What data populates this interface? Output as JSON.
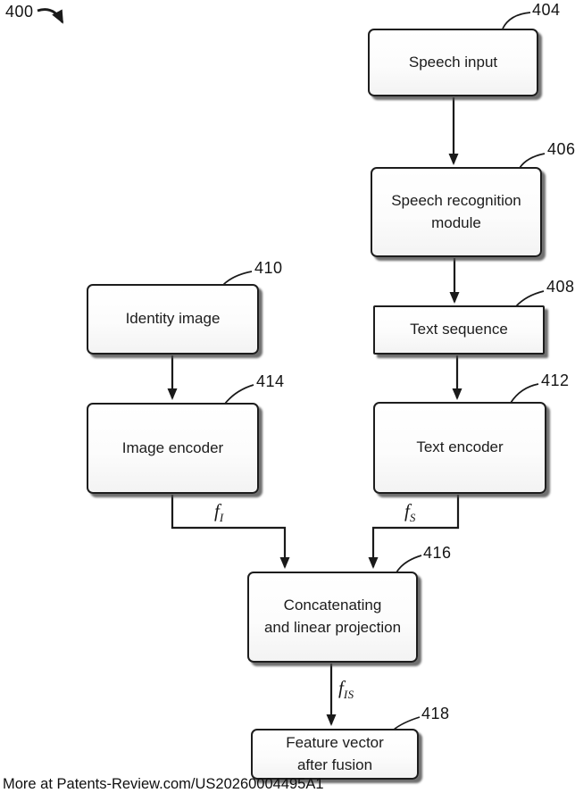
{
  "figure": {
    "ref": "400",
    "watermark": "More at Patents-Review.com/US20260004495A1"
  },
  "nodes": [
    {
      "ref": "404",
      "label": "Speech input"
    },
    {
      "ref": "406",
      "label": "Speech recognition\nmodule"
    },
    {
      "ref": "408",
      "label": "Text sequence"
    },
    {
      "ref": "412",
      "label": "Text encoder"
    },
    {
      "ref": "410",
      "label": "Identity image"
    },
    {
      "ref": "414",
      "label": "Image encoder"
    },
    {
      "ref": "416",
      "label": "Concatenating\nand linear projection"
    },
    {
      "ref": "418",
      "label": "Feature vector\nafter fusion"
    }
  ],
  "edge_labels": [
    {
      "base": "f",
      "sub": "I"
    },
    {
      "base": "f",
      "sub": "S"
    },
    {
      "base": "f",
      "sub": "IS"
    }
  ]
}
